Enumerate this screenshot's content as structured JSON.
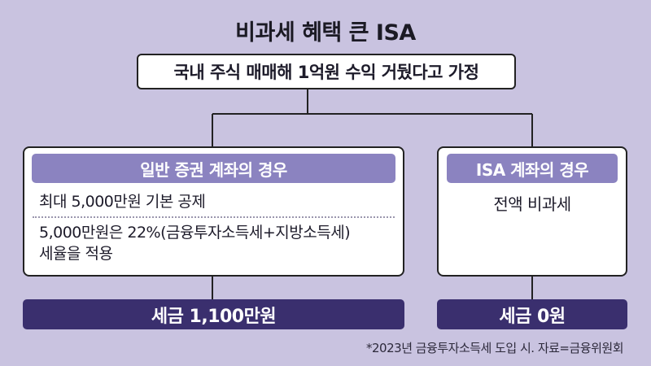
{
  "title": "비과세 혜택 큰 ISA",
  "premise": "국내 주식 매매해 1억원 수익 거뒀다고 가정",
  "general_account": {
    "header": "일반 증권 계좌의 경우",
    "row1": "최대 5,000만원 기본 공제",
    "row2_line1": "5,000만원은 22%(금융투자소득세+지방소득세)",
    "row2_line2": "세율을 적용",
    "result": "세금 1,100만원"
  },
  "isa_account": {
    "header": "ISA 계좌의 경우",
    "body": "전액 비과세",
    "result": "세금 0원"
  },
  "footnote": "*2023년 금융투자소득세 도입 시. 자료=금융위원회",
  "colors": {
    "background": "#c9c3e0",
    "header_fill": "#8b83c0",
    "result_fill": "#3a2f6e",
    "line": "#222222"
  }
}
